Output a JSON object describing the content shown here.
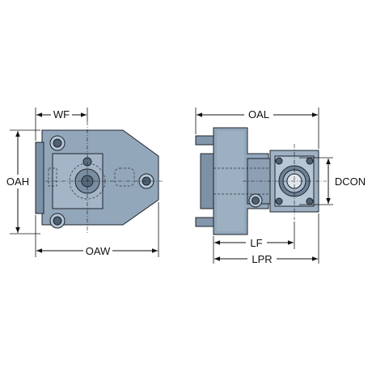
{
  "colors": {
    "body_fill": "#93a7bb",
    "body_dark": "#6e8296",
    "body_light": "#b3c3d2",
    "line": "#111111",
    "background": "#ffffff"
  },
  "labels": {
    "wf": "WF",
    "oah": "OAH",
    "oaw": "OAW",
    "oal": "OAL",
    "dcon": "DCON",
    "lf": "LF",
    "lpr": "LPR"
  }
}
